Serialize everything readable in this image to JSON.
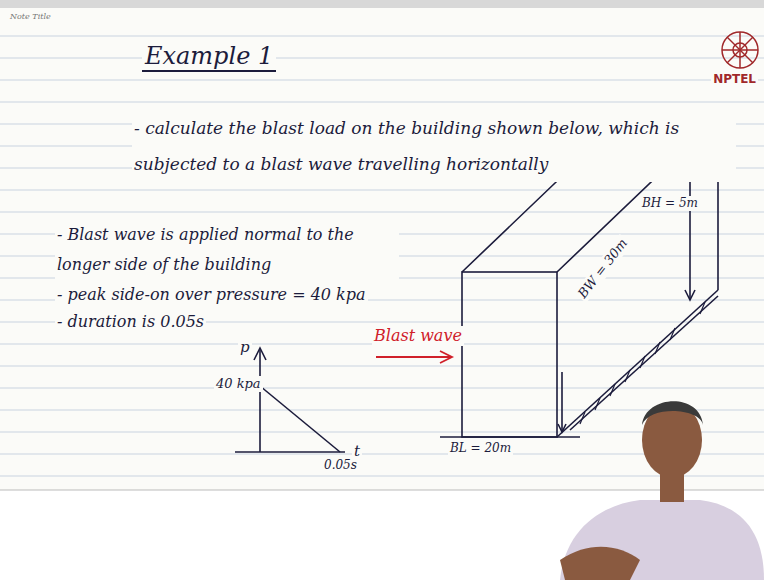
{
  "diagram": {
    "title": "Example 1",
    "labels": [
      "Note Title",
      "NPTEL",
      "- calculate the blast load on the building shown below, which is subjected to a blast wave travelling horizontally",
      "- Blast wave is applied normal to the longer side of the building",
      "- peak side-on over pressure = 40 kpa",
      "- duration is 0.05s",
      "p",
      "40 kpa",
      "t",
      "0.05s",
      "Blast wave",
      "BH = 5m",
      "BW = 30m",
      "BL = 20m"
    ]
  }
}
